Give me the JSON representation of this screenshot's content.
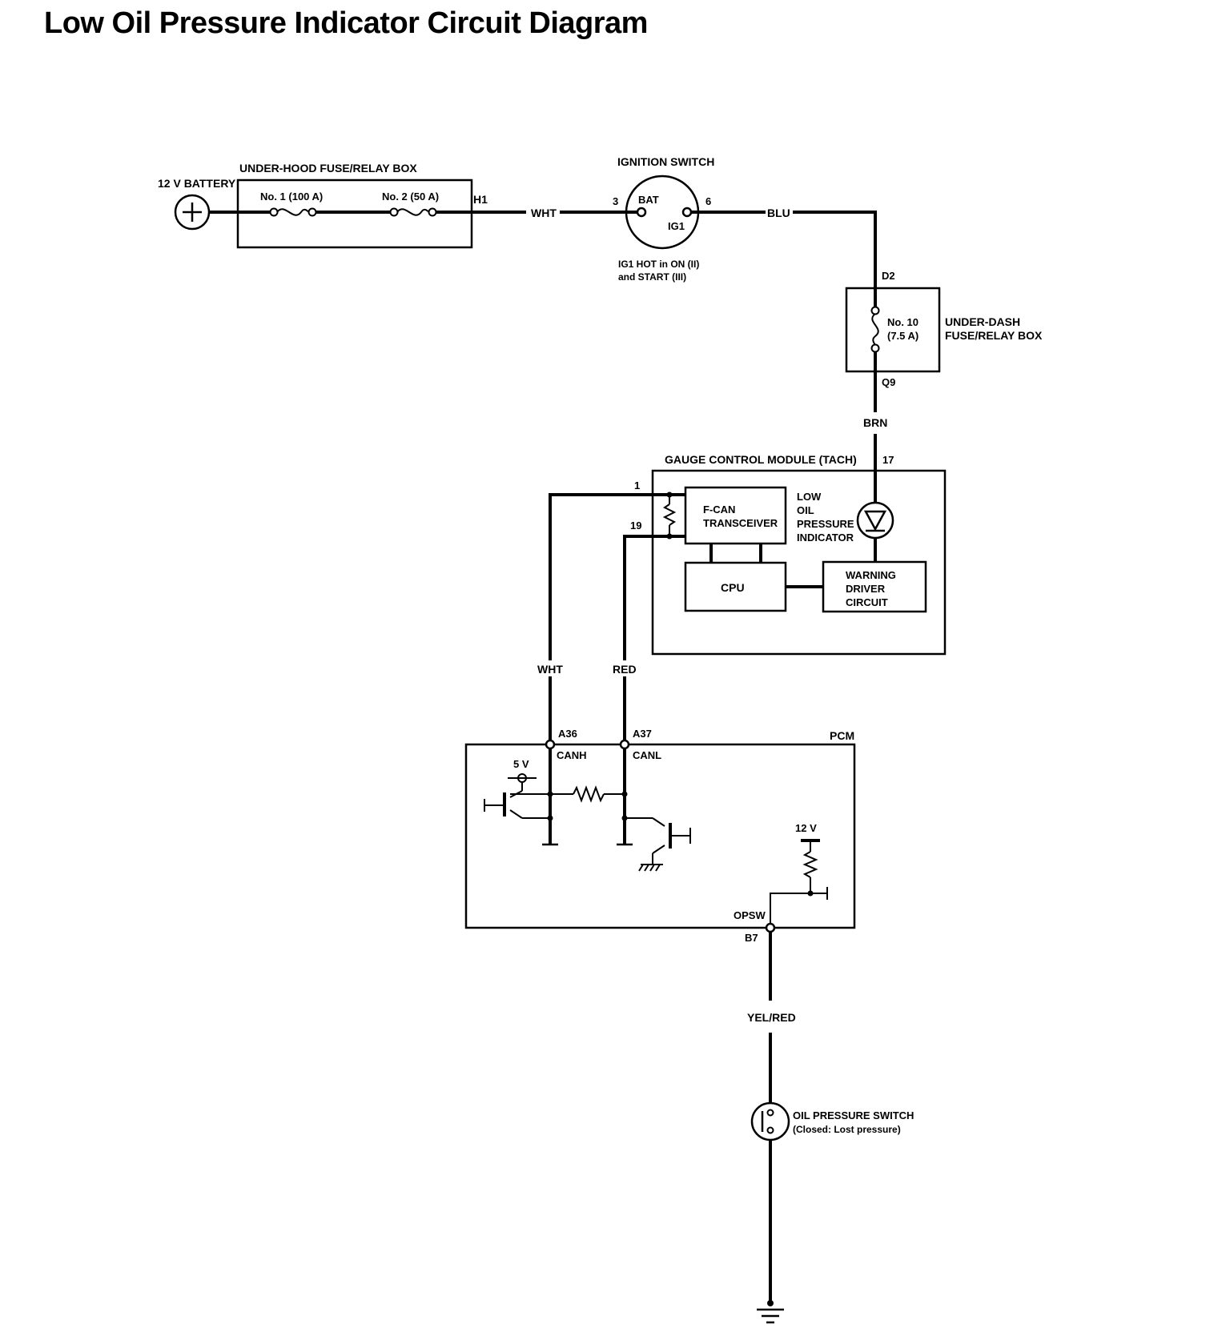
{
  "title": "Low Oil Pressure Indicator Circuit Diagram",
  "battery": {
    "label": "12 V BATTERY"
  },
  "under_hood_box": {
    "label": "UNDER-HOOD FUSE/RELAY BOX",
    "fuse1": "No. 1 (100 A)",
    "fuse2": "No. 2 (50 A)",
    "terminal": "H1"
  },
  "ignition_switch": {
    "label": "IGNITION SWITCH",
    "bat": "BAT",
    "ig1": "IG1",
    "pin_in": "3",
    "pin_out": "6",
    "note_line1": "IG1 HOT in ON (II)",
    "note_line2": "and START (III)"
  },
  "under_dash_box": {
    "label_line1": "UNDER-DASH",
    "label_line2": "FUSE/RELAY BOX",
    "fuse_line1": "No. 10",
    "fuse_line2": "(7.5 A)",
    "pin_in": "D2",
    "pin_out": "Q9"
  },
  "gauge_module": {
    "label": "GAUGE CONTROL MODULE (TACH)",
    "pin_17": "17",
    "pin_1": "1",
    "pin_19": "19",
    "fcan_line1": "F-CAN",
    "fcan_line2": "TRANSCEIVER",
    "cpu": "CPU",
    "indicator_lines": [
      "LOW",
      "OIL",
      "PRESSURE",
      "INDICATOR"
    ],
    "warning_lines": [
      "WARNING",
      "DRIVER",
      "CIRCUIT"
    ]
  },
  "pcm": {
    "label": "PCM",
    "a36": "A36",
    "canh": "CANH",
    "a37": "A37",
    "canl": "CANL",
    "v5": "5 V",
    "v12": "12 V",
    "opsw": "OPSW",
    "b7": "B7"
  },
  "oil_switch": {
    "label_line1": "OIL PRESSURE SWITCH",
    "label_line2": "(Closed: Lost pressure)"
  },
  "wires": {
    "wht_top": "WHT",
    "blu": "BLU",
    "brn": "BRN",
    "wht_can": "WHT",
    "red_can": "RED",
    "yel_red": "YEL/RED"
  }
}
